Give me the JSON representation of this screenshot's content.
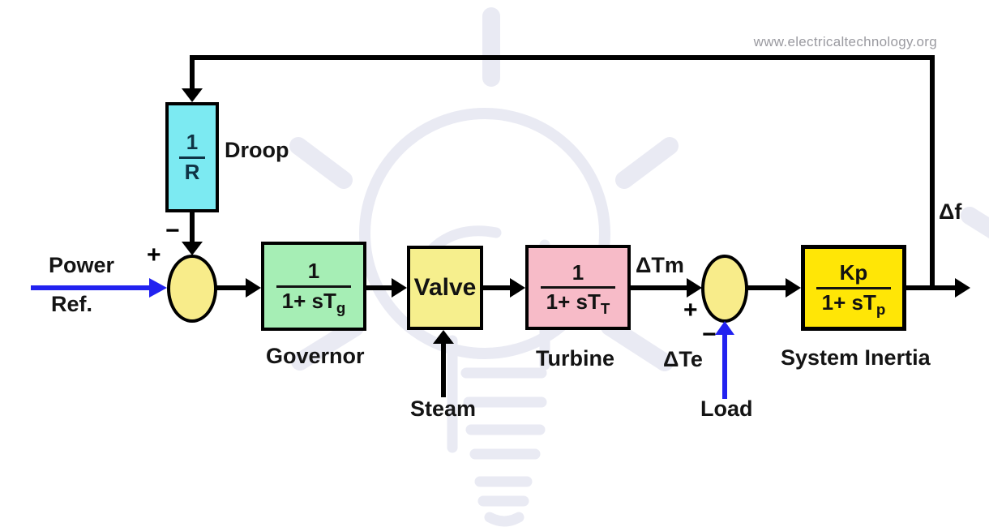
{
  "watermark": {
    "site_text": "www.electricaltechnology.org",
    "logo": "lightbulb-thumbs-up",
    "logo_color": "#e9eaf3",
    "text_color": "#9a9aa0"
  },
  "signals": {
    "power_ref_line1": "Power",
    "power_ref_line2": "Ref.",
    "steam": "Steam",
    "load": "Load",
    "delta_tm": "ΔTm",
    "delta_te": "ΔTe",
    "delta_f": "Δf"
  },
  "junctions": {
    "j1": {
      "plus": "+",
      "minus": "−"
    },
    "j2": {
      "plus": "+",
      "minus": "−"
    }
  },
  "blocks": {
    "droop": {
      "num": "1",
      "den": "R",
      "den_sub": "",
      "caption": "Droop",
      "fill": "#7ceaf2"
    },
    "governor": {
      "num": "1",
      "den": "1+ sT",
      "den_sub": "g",
      "caption": "Governor",
      "fill": "#a6eeb5"
    },
    "valve": {
      "label": "Valve",
      "fill": "#f6ef8d"
    },
    "turbine": {
      "num": "1",
      "den": "1+ sT",
      "den_sub": "T",
      "caption": "Turbine",
      "fill": "#f7bbc8"
    },
    "system_inertia": {
      "num": "Kp",
      "den": "1+ sT",
      "den_sub": "p",
      "caption": "System Inertia",
      "fill": "#ffe606"
    }
  },
  "colors": {
    "line": "#000000",
    "input_arrow_blue": "#2222f0",
    "junction_fill": "#f8ec8a",
    "droop_text": "#0f3345"
  }
}
